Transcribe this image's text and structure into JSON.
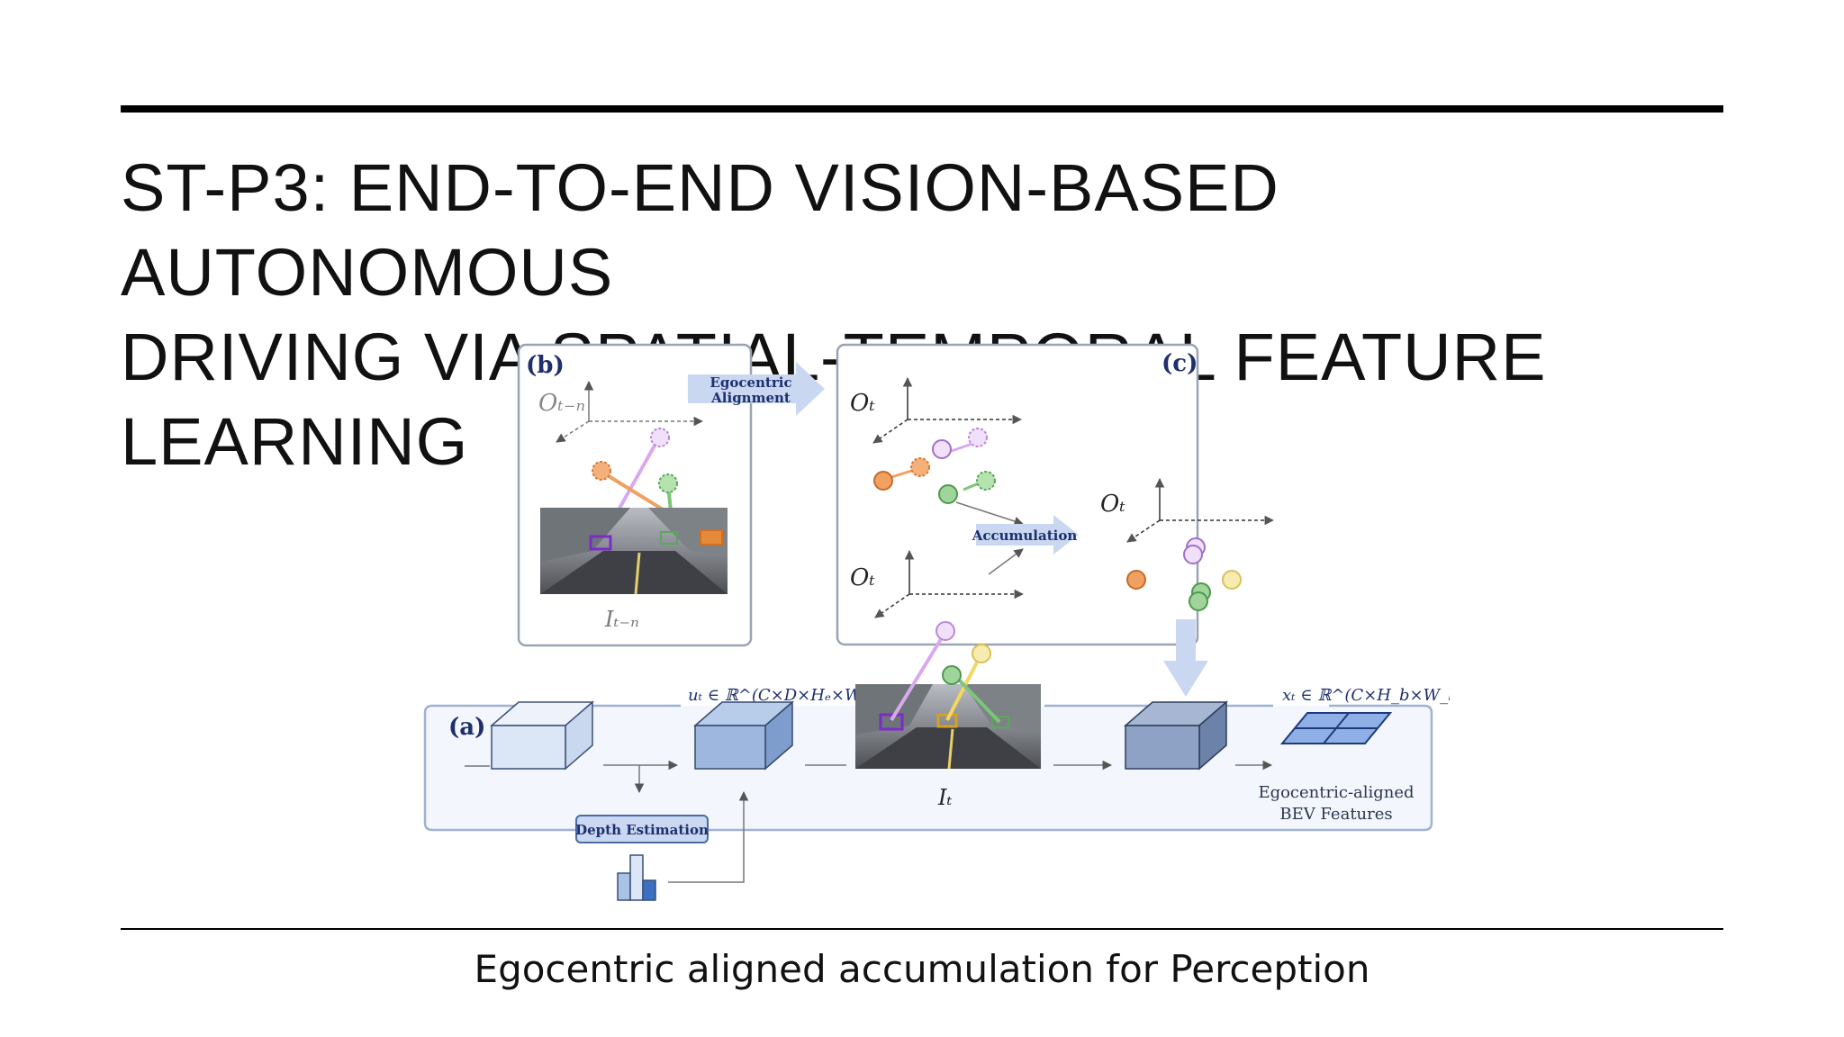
{
  "slide": {
    "title_line1": "ST-P3: END-TO-END VISION-BASED AUTONOMOUS",
    "title_line2": "DRIVING VIA SPATIAL-TEMPORAL FEATURE LEARNING",
    "caption": "Egocentric aligned accumulation for Perception"
  },
  "figure": {
    "panel_b": {
      "label": "(b)",
      "origin_label": "Oₜ₋ₙ",
      "image_label": "Iₜ₋ₙ"
    },
    "egocentric_alignment": {
      "line1": "Egocentric",
      "line2": "Alignment"
    },
    "panel_c": {
      "label": "(c)",
      "origin_top": "Oₜ",
      "origin_bottom": "Oₜ",
      "origin_right": "Oₜ",
      "accumulation_label": "Accumulation"
    },
    "panel_a": {
      "label": "(a)",
      "u_formula": "uₜ ∈ ℝ^(C×D×Hₑ×Wₑ)",
      "x_formula": "xₜ ∈ ℝ^(C×H_b×W_b)",
      "image_label": "Iₜ",
      "depth_estimation": "Depth Estimation",
      "bev_line1": "Egocentric-aligned",
      "bev_line2": "BEV Features"
    },
    "colors": {
      "panel_border": "#9aa3b5",
      "arrow_fill": "#c9d8f0",
      "navy": "#1f2f6e",
      "cube_light": "#dbe6f6",
      "cube_mid": "#9db7df",
      "cube_dark": "#8da2c5",
      "orange": "#f0a060",
      "green": "#9fd49a",
      "purple": "#dcc0ee",
      "yellow": "#f7ecb0"
    }
  }
}
